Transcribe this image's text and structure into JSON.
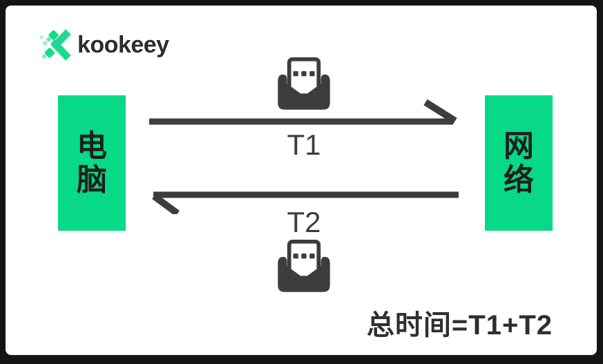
{
  "logo": {
    "brand": "kookeey",
    "icon": "kookeey-diamonds-chevron"
  },
  "diagram": {
    "left_node": "电脑",
    "right_node": "网络",
    "arrow_forward_label": "T1",
    "arrow_return_label": "T2",
    "formula": "总时间=T1+T2"
  },
  "colors": {
    "frame_bg": "#141414",
    "canvas_bg": "#ffffff",
    "green": "#08d986",
    "green_dark": "#2bd09c",
    "green_light": "#8eeccb",
    "ink": "#3d3d3d",
    "node_text": "#1f1f1f",
    "wordmark": "#2c2c2c"
  }
}
